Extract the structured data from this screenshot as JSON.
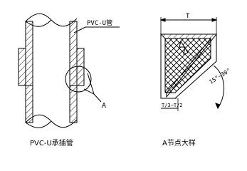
{
  "left": {
    "caption": "PVC-U承插管",
    "leader_label": "PVC-U管",
    "callout_label": "A"
  },
  "right": {
    "caption": "A节点大样",
    "dim_top": "T",
    "dim_bottom": "T/3~T/2",
    "angle": "15°~30°"
  }
}
